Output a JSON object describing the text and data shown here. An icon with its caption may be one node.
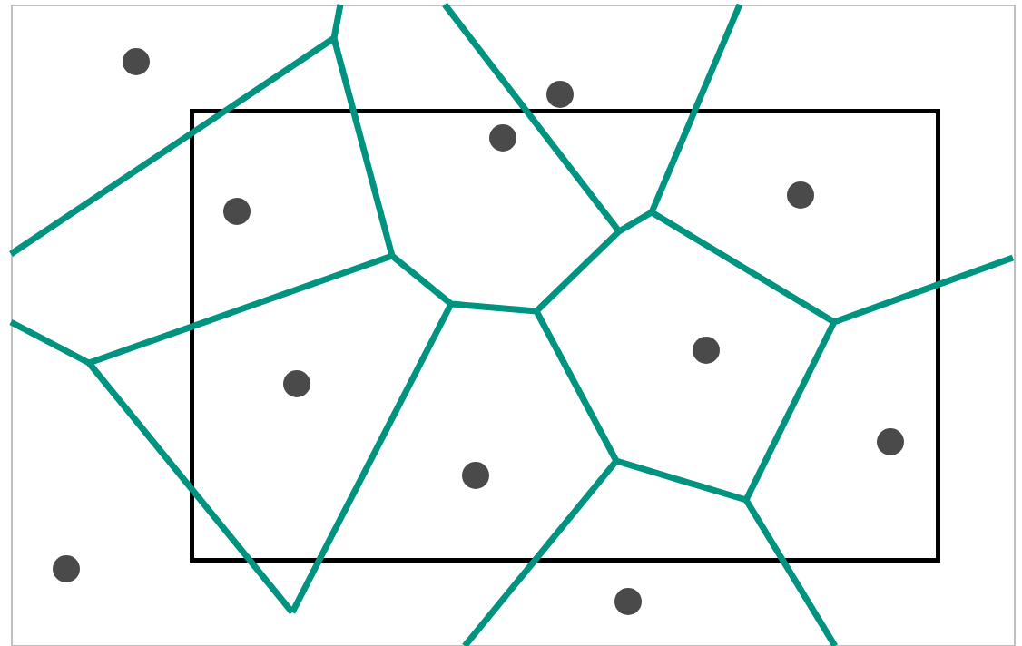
{
  "diagram": {
    "nodes": [
      {
        "text": [],
        "shape": "box"
      },
      {
        "text": [],
        "shape": "circle"
      },
      {
        "text": [],
        "shape": "circle"
      },
      {
        "text": [],
        "shape": "circle",
        "in": 0
      },
      {
        "text": [],
        "shape": "circle",
        "in": 0
      },
      {
        "text": [],
        "shape": "circle",
        "in": 0
      },
      {
        "text": [],
        "shape": "circle",
        "in": 0
      },
      {
        "text": [],
        "shape": "circle",
        "in": 0
      },
      {
        "text": [],
        "shape": "circle",
        "in": 0
      },
      {
        "text": [],
        "shape": "circle",
        "in": 0
      },
      {
        "text": [],
        "shape": "circle"
      },
      {
        "text": [],
        "shape": "circle"
      }
    ]
  }
}
